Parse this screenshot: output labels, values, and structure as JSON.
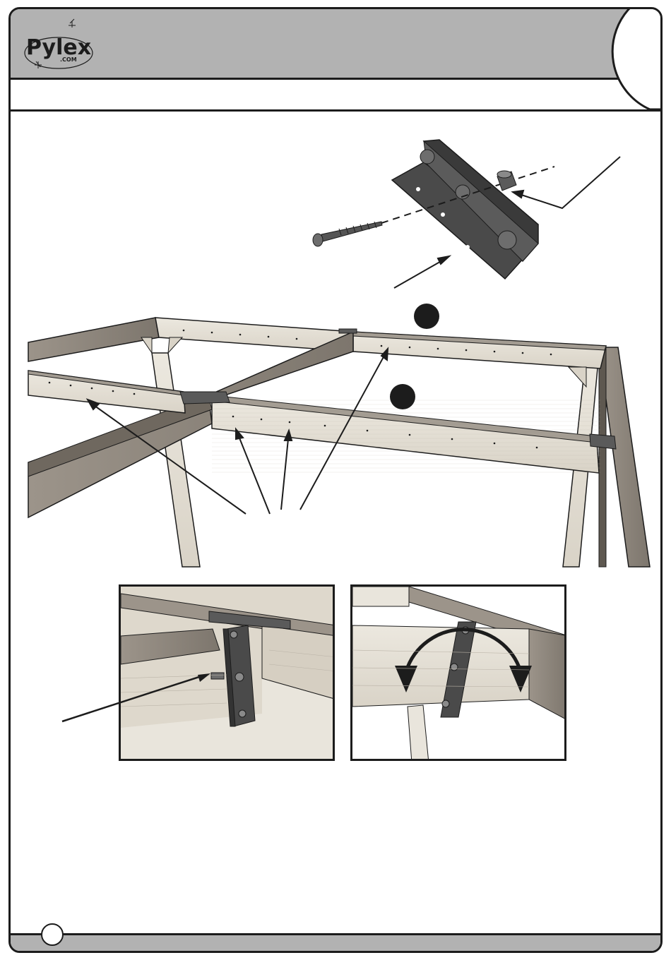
{
  "header": {
    "logo": {
      "brand": "Pylex",
      "domain": ".COM"
    }
  },
  "colors": {
    "header_band": "#b2b2b2",
    "outline": "#1c1c1c",
    "wood_light": "#e6e1d7",
    "wood_dark": "#8f887e",
    "bracket": "#4a4a4a",
    "callout_dot": "#1c1c1c"
  },
  "illustrations": {
    "main": "frame-assembly-view",
    "inset_left": "bracket-attach-detail",
    "inset_right": "bracket-rotate-detail"
  }
}
